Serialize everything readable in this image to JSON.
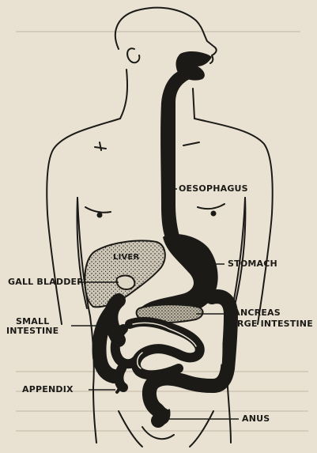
{
  "labels": {
    "oesophagus": "Oesophagus",
    "stomach": "Stomach",
    "liver": "Liver",
    "gall_bladder": "Gall Bladder",
    "small_intestine_1": "Small",
    "small_intestine_2": "Intestine",
    "pancreas": "Pancreas",
    "large_intestine": "Large Intestine",
    "appendix": "Appendix",
    "anus": "Anus"
  },
  "colors": {
    "paper": "#e9e2d2",
    "ink": "#1b1a17",
    "liver_fill": "#c9c2b3"
  }
}
